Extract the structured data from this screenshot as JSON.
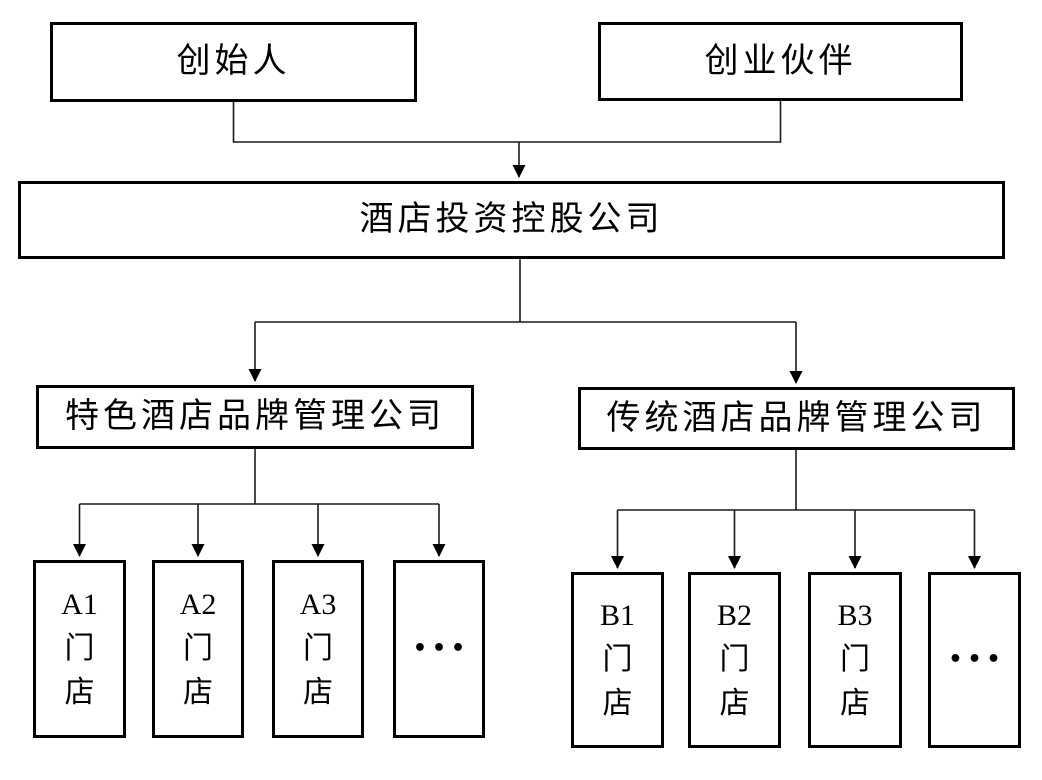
{
  "diagram": {
    "type": "org-chart",
    "background_color": "#ffffff",
    "line_color": "#000000",
    "border_color": "#000000",
    "nodes": {
      "founder": {
        "label": "创始人"
      },
      "partner": {
        "label": "创业伙伴"
      },
      "holding": {
        "label": "酒店投资控股公司"
      },
      "brand_special": {
        "label": "特色酒店品牌管理公司"
      },
      "brand_traditional": {
        "label": "传统酒店品牌管理公司"
      },
      "stores_a": [
        {
          "label": "A1门店",
          "lines": [
            "A1",
            "门",
            "店"
          ]
        },
        {
          "label": "A2门店",
          "lines": [
            "A2",
            "门",
            "店"
          ]
        },
        {
          "label": "A3门店",
          "lines": [
            "A3",
            "门",
            "店"
          ]
        },
        {
          "label": "•••"
        }
      ],
      "stores_b": [
        {
          "label": "B1门店",
          "lines": [
            "B1",
            "门",
            "店"
          ]
        },
        {
          "label": "B2门店",
          "lines": [
            "B2",
            "门",
            "店"
          ]
        },
        {
          "label": "B3门店",
          "lines": [
            "B3",
            "门",
            "店"
          ]
        },
        {
          "label": "•••"
        }
      ]
    },
    "edges": [
      {
        "from": "founder",
        "to": "holding"
      },
      {
        "from": "partner",
        "to": "holding"
      },
      {
        "from": "holding",
        "to": "brand_special"
      },
      {
        "from": "holding",
        "to": "brand_traditional"
      },
      {
        "from": "brand_special",
        "to": "A1门店"
      },
      {
        "from": "brand_special",
        "to": "A2门店"
      },
      {
        "from": "brand_special",
        "to": "A3门店"
      },
      {
        "from": "brand_special",
        "to": "•••"
      },
      {
        "from": "brand_traditional",
        "to": "B1门店"
      },
      {
        "from": "brand_traditional",
        "to": "B2门店"
      },
      {
        "from": "brand_traditional",
        "to": "B3门店"
      },
      {
        "from": "brand_traditional",
        "to": "•••"
      }
    ]
  }
}
